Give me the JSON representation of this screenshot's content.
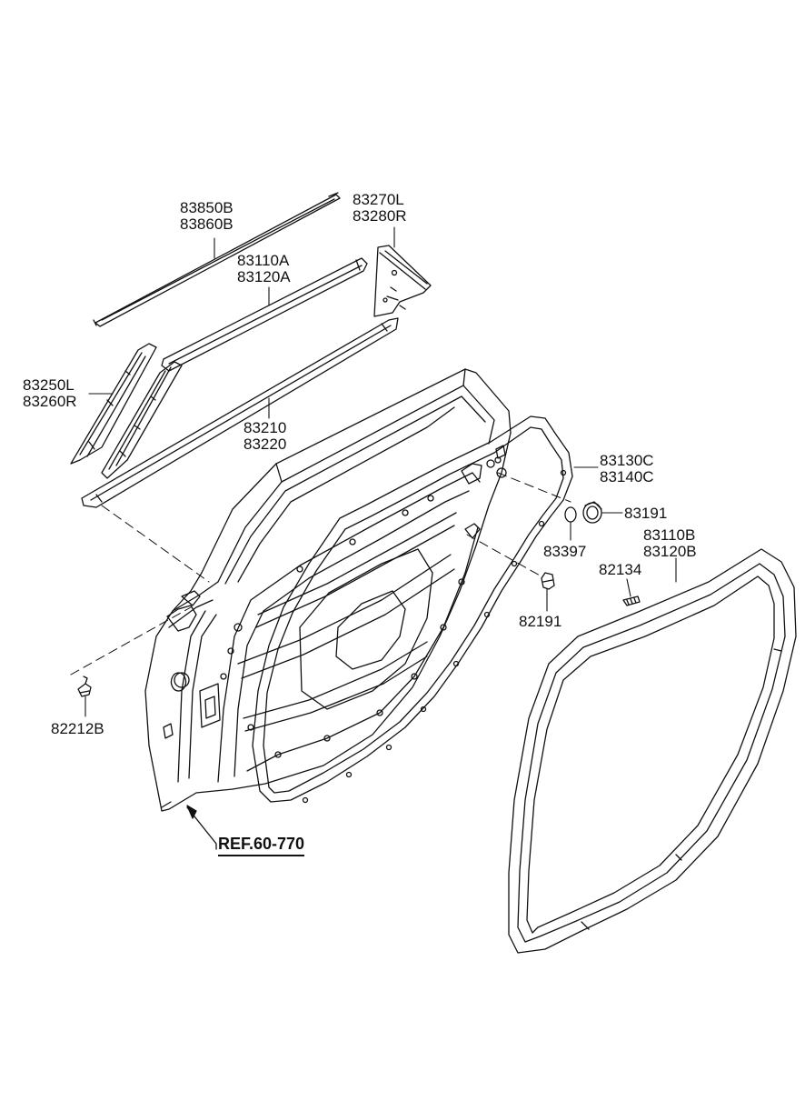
{
  "diagram": {
    "ink_color": "#111111",
    "background_color": "#ffffff",
    "callouts": {
      "p83850": {
        "line1": "83850B",
        "line2": "83860B"
      },
      "p83270": {
        "line1": "83270L",
        "line2": "83280R"
      },
      "p83110a": {
        "line1": "83110A",
        "line2": "83120A"
      },
      "p83250": {
        "line1": "83250L",
        "line2": "83260R"
      },
      "p83210": {
        "line1": "83210",
        "line2": "83220"
      },
      "p83130": {
        "line1": "83130C",
        "line2": "83140C"
      },
      "p83191": {
        "line1": "83191"
      },
      "p83397": {
        "line1": "83397"
      },
      "p83110b": {
        "line1": "83110B",
        "line2": "83120B"
      },
      "p82134": {
        "line1": "82134"
      },
      "p82191": {
        "line1": "82191"
      },
      "p82212": {
        "line1": "82212B"
      }
    },
    "reference": {
      "text": "REF.60-770"
    }
  }
}
